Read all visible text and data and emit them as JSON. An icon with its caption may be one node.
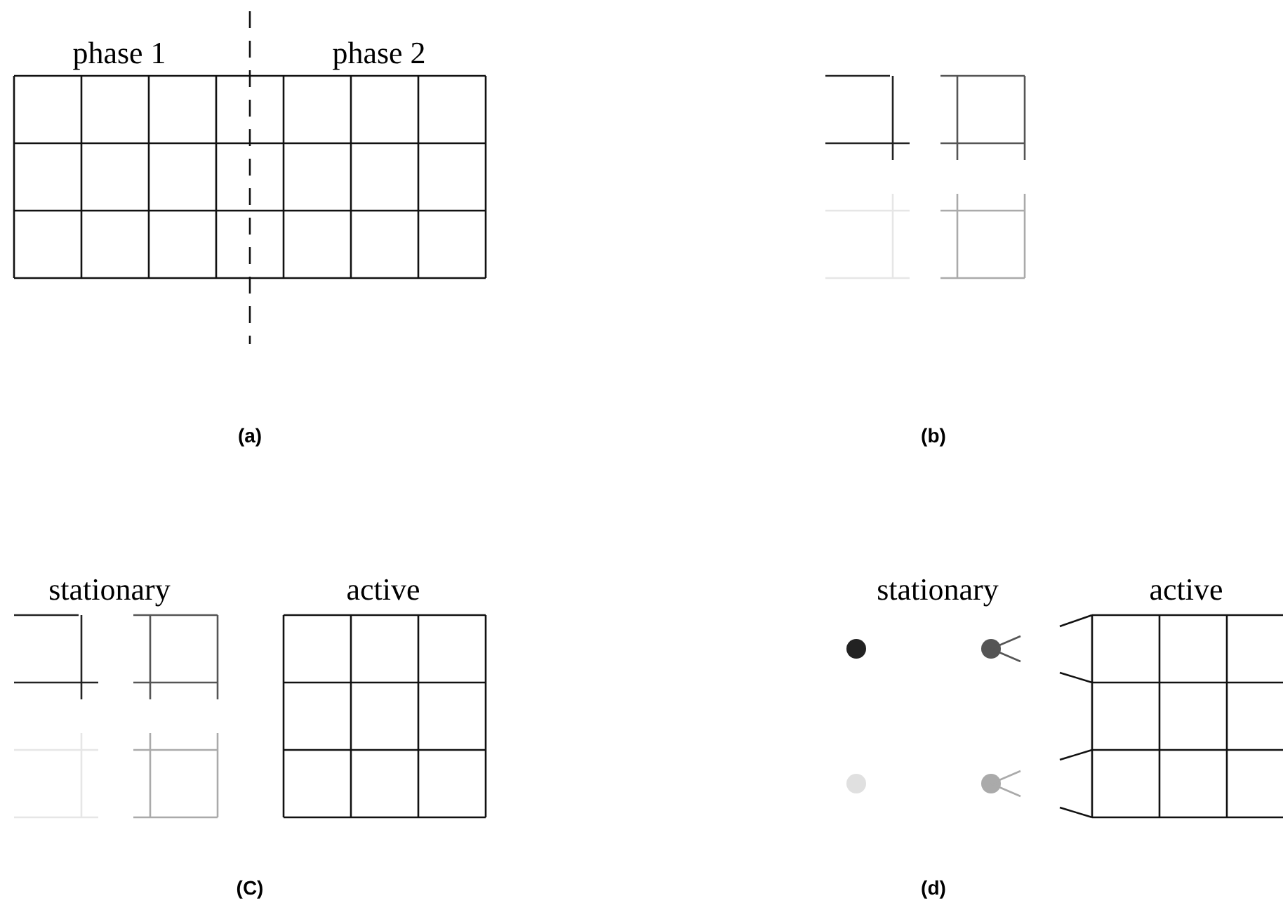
{
  "diagram": {
    "labels": [
      "phase 1",
      "phase 2",
      "(a)",
      "(b)",
      "stationary",
      "active",
      "(C)",
      "stationary",
      "active",
      "(d)"
    ]
  }
}
